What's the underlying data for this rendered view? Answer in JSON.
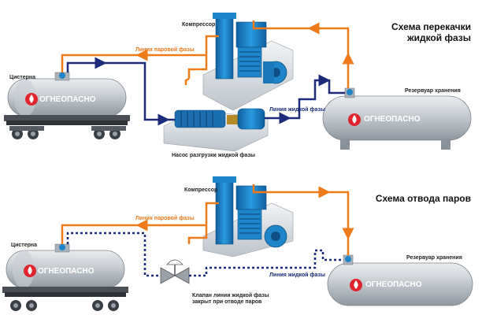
{
  "top_scheme": {
    "title_line1": "Схема перекачки",
    "title_line2": "жидкой фазы",
    "compressor_label": "Компрессор",
    "vapor_line_label": "Линия паровой фазы",
    "tank_label": "Цистерна",
    "tank_sign": "ОГНЕОПАСНО",
    "liquid_line_label": "Линия жидкой фазы",
    "pump_label": "Насос разгрузки жидкой фазы",
    "storage_label": "Резервуар хранения",
    "storage_sign": "ОГНЕОПАСНО"
  },
  "bottom_scheme": {
    "title": "Схема отвода паров",
    "compressor_label": "Компрессор",
    "vapor_line_label": "Линия паровой фазы",
    "tank_label": "Цистерна",
    "tank_sign": "ОГНЕОПАСНО",
    "liquid_line_label": "Линия жидкой фазы",
    "storage_label": "Резервуар хранения",
    "storage_sign": "ОГНЕОПАСНО",
    "valve_note_line1": "Клапан линии жидкой фазы",
    "valve_note_line2": "закрыт при отводе паров"
  },
  "colors": {
    "vapor_line": "#ee7a1a",
    "liquid_line": "#1c2b7a",
    "equipment_blue": "#1e86c8",
    "tank_gray": "#b9bfc6",
    "danger_red": "#e0242c"
  }
}
